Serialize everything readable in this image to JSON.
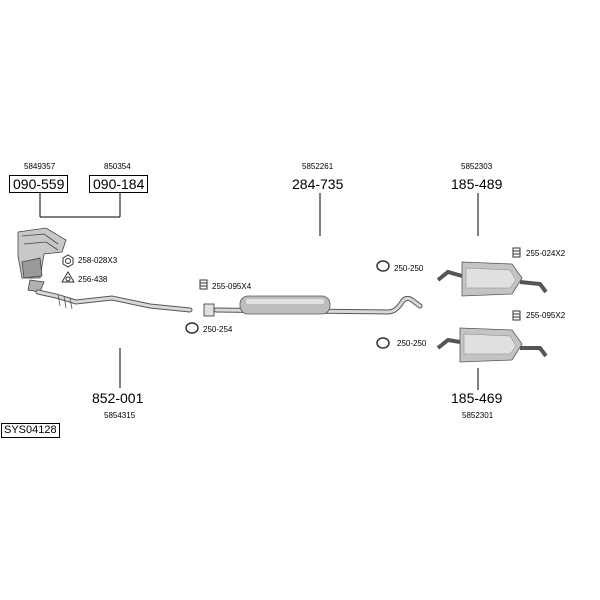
{
  "parts": {
    "manifold": {
      "number": "090-559",
      "code": "5849357"
    },
    "cat": {
      "number": "090-184",
      "code": "850354"
    },
    "front_pipe": {
      "number": "852-001",
      "code": "5854315"
    },
    "middle": {
      "number": "284-735",
      "code": "5852261"
    },
    "rear_a": {
      "number": "185-489",
      "code": "5852303"
    },
    "rear_b": {
      "number": "185-469",
      "code": "5852301"
    }
  },
  "fittings": {
    "nut": "258-028X3",
    "gasket": "256-438",
    "clamp_front": "255-095X4",
    "ring_front": "250-254",
    "ring_mid_a": "250-250",
    "ring_mid_b": "250-250",
    "clamp_rear_a": "255-024X2",
    "clamp_rear_b": "255-095X2"
  },
  "diagram_id": "SYS04128"
}
